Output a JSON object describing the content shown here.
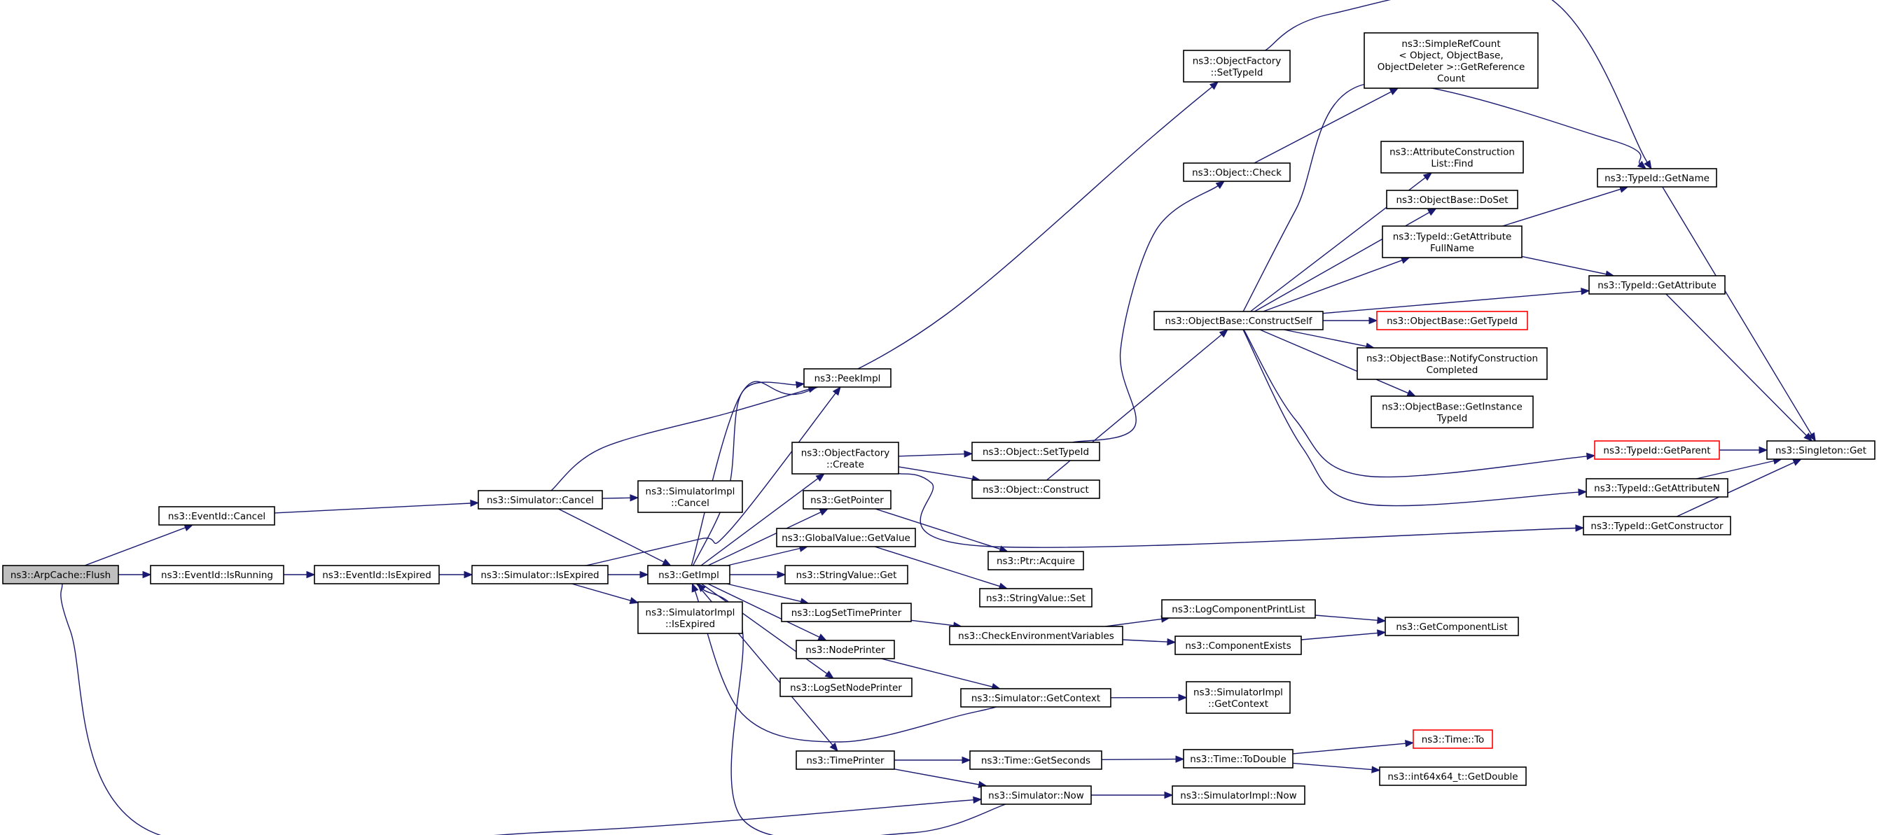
{
  "colors": {
    "edge": "#191970",
    "node_border": "#000000",
    "node_fill": "#ffffff",
    "root_fill": "#bfbfbf",
    "truncated_border": "#ff0000"
  },
  "nodes": [
    {
      "id": "arpcache_flush",
      "lines": [
        "ns3::ArpCache::Flush"
      ],
      "style": "root"
    },
    {
      "id": "eventid_cancel",
      "lines": [
        "ns3::EventId::Cancel"
      ]
    },
    {
      "id": "eventid_isrunning",
      "lines": [
        "ns3::EventId::IsRunning"
      ]
    },
    {
      "id": "simulator_cancel",
      "lines": [
        "ns3::Simulator::Cancel"
      ]
    },
    {
      "id": "eventid_isexpired",
      "lines": [
        "ns3::EventId::IsExpired"
      ]
    },
    {
      "id": "simulator_isexpired",
      "lines": [
        "ns3::Simulator::IsExpired"
      ]
    },
    {
      "id": "simulatorimpl_cancel",
      "lines": [
        "ns3::SimulatorImpl",
        "::Cancel"
      ]
    },
    {
      "id": "getimpl",
      "lines": [
        "ns3::GetImpl"
      ]
    },
    {
      "id": "simulatorimpl_isexpired",
      "lines": [
        "ns3::SimulatorImpl",
        "::IsExpired"
      ]
    },
    {
      "id": "peekimpl",
      "lines": [
        "ns3::PeekImpl"
      ]
    },
    {
      "id": "objectfactory_create",
      "lines": [
        "ns3::ObjectFactory",
        "::Create"
      ]
    },
    {
      "id": "getpointer",
      "lines": [
        "ns3::GetPointer"
      ]
    },
    {
      "id": "globalvalue_getvalue",
      "lines": [
        "ns3::GlobalValue::GetValue"
      ]
    },
    {
      "id": "stringvalue_get",
      "lines": [
        "ns3::StringValue::Get"
      ]
    },
    {
      "id": "logsettimeprinter",
      "lines": [
        "ns3::LogSetTimePrinter"
      ]
    },
    {
      "id": "nodeprinter",
      "lines": [
        "ns3::NodePrinter"
      ]
    },
    {
      "id": "logsetnodeprinter",
      "lines": [
        "ns3::LogSetNodePrinter"
      ]
    },
    {
      "id": "timeprinter",
      "lines": [
        "ns3::TimePrinter"
      ]
    },
    {
      "id": "objectfactory_settypeid",
      "lines": [
        "ns3::ObjectFactory",
        "::SetTypeId"
      ]
    },
    {
      "id": "object_check",
      "lines": [
        "ns3::Object::Check"
      ]
    },
    {
      "id": "object_settypeid",
      "lines": [
        "ns3::Object::SetTypeId"
      ]
    },
    {
      "id": "object_construct",
      "lines": [
        "ns3::Object::Construct"
      ]
    },
    {
      "id": "ptr_acquire",
      "lines": [
        "ns3::Ptr::Acquire"
      ]
    },
    {
      "id": "stringvalue_set",
      "lines": [
        "ns3::StringValue::Set"
      ]
    },
    {
      "id": "checkenvironmentvariables",
      "lines": [
        "ns3::CheckEnvironmentVariables"
      ]
    },
    {
      "id": "simulator_getcontext",
      "lines": [
        "ns3::Simulator::GetContext"
      ]
    },
    {
      "id": "time_getseconds",
      "lines": [
        "ns3::Time::GetSeconds"
      ]
    },
    {
      "id": "simulator_now",
      "lines": [
        "ns3::Simulator::Now"
      ]
    },
    {
      "id": "simplerefcount_getreferencecount",
      "lines": [
        "ns3::SimpleRefCount",
        "< Object, ObjectBase,",
        " ObjectDeleter >::GetReference",
        "Count"
      ]
    },
    {
      "id": "objectbase_constructself",
      "lines": [
        "ns3::ObjectBase::ConstructSelf"
      ]
    },
    {
      "id": "logcomponentprintlist",
      "lines": [
        "ns3::LogComponentPrintList"
      ]
    },
    {
      "id": "componentexists",
      "lines": [
        "ns3::ComponentExists"
      ]
    },
    {
      "id": "simulatorimpl_getcontext",
      "lines": [
        "ns3::SimulatorImpl",
        "::GetContext"
      ]
    },
    {
      "id": "time_todouble",
      "lines": [
        "ns3::Time::ToDouble"
      ]
    },
    {
      "id": "simulatorimpl_now",
      "lines": [
        "ns3::SimulatorImpl::Now"
      ]
    },
    {
      "id": "attributeconstructionlist_find",
      "lines": [
        "ns3::AttributeConstruction",
        "List::Find"
      ]
    },
    {
      "id": "objectbase_doset",
      "lines": [
        "ns3::ObjectBase::DoSet"
      ]
    },
    {
      "id": "typeid_getattributefullname",
      "lines": [
        "ns3::TypeId::GetAttribute",
        "FullName"
      ]
    },
    {
      "id": "objectbase_gettypeid",
      "lines": [
        "ns3::ObjectBase::GetTypeId"
      ],
      "style": "truncated"
    },
    {
      "id": "objectbase_notifyconstructioncompleted",
      "lines": [
        "ns3::ObjectBase::NotifyConstruction",
        "Completed"
      ]
    },
    {
      "id": "objectbase_getinstancetypeid",
      "lines": [
        "ns3::ObjectBase::GetInstance",
        "TypeId"
      ]
    },
    {
      "id": "getcomponentlist",
      "lines": [
        "ns3::GetComponentList"
      ]
    },
    {
      "id": "time_to",
      "lines": [
        "ns3::Time::To"
      ],
      "style": "truncated"
    },
    {
      "id": "int64x64_getdouble",
      "lines": [
        "ns3::int64x64_t::GetDouble"
      ]
    },
    {
      "id": "typeid_getname",
      "lines": [
        "ns3::TypeId::GetName"
      ]
    },
    {
      "id": "typeid_getattribute",
      "lines": [
        "ns3::TypeId::GetAttribute"
      ]
    },
    {
      "id": "typeid_getparent",
      "lines": [
        "ns3::TypeId::GetParent"
      ],
      "style": "truncated"
    },
    {
      "id": "typeid_getattributen",
      "lines": [
        "ns3::TypeId::GetAttributeN"
      ]
    },
    {
      "id": "typeid_getconstructor",
      "lines": [
        "ns3::TypeId::GetConstructor"
      ]
    },
    {
      "id": "singleton_get",
      "lines": [
        "ns3::Singleton::Get"
      ]
    }
  ],
  "edges": [
    [
      "arpcache_flush",
      "eventid_cancel"
    ],
    [
      "arpcache_flush",
      "eventid_isrunning"
    ],
    [
      "arpcache_flush",
      "simulator_now"
    ],
    [
      "eventid_cancel",
      "simulator_cancel"
    ],
    [
      "eventid_isrunning",
      "eventid_isexpired"
    ],
    [
      "eventid_isexpired",
      "simulator_isexpired"
    ],
    [
      "simulator_cancel",
      "simulatorimpl_cancel"
    ],
    [
      "simulator_cancel",
      "getimpl"
    ],
    [
      "simulator_cancel",
      "peekimpl"
    ],
    [
      "simulator_isexpired",
      "getimpl"
    ],
    [
      "simulator_isexpired",
      "simulatorimpl_isexpired"
    ],
    [
      "simulator_isexpired",
      "peekimpl"
    ],
    [
      "getimpl",
      "peekimpl"
    ],
    [
      "getimpl",
      "objectfactory_create"
    ],
    [
      "getimpl",
      "getpointer"
    ],
    [
      "getimpl",
      "globalvalue_getvalue"
    ],
    [
      "getimpl",
      "stringvalue_get"
    ],
    [
      "getimpl",
      "logsettimeprinter"
    ],
    [
      "getimpl",
      "nodeprinter"
    ],
    [
      "getimpl",
      "logsetnodeprinter"
    ],
    [
      "getimpl",
      "timeprinter"
    ],
    [
      "getimpl",
      "objectfactory_settypeid"
    ],
    [
      "objectfactory_create",
      "object_settypeid"
    ],
    [
      "objectfactory_create",
      "object_construct"
    ],
    [
      "objectfactory_create",
      "typeid_getconstructor"
    ],
    [
      "getpointer",
      "ptr_acquire"
    ],
    [
      "globalvalue_getvalue",
      "stringvalue_set"
    ],
    [
      "logsettimeprinter",
      "checkenvironmentvariables"
    ],
    [
      "nodeprinter",
      "simulator_getcontext"
    ],
    [
      "simulator_getcontext",
      "simulatorimpl_getcontext"
    ],
    [
      "simulator_getcontext",
      "getimpl"
    ],
    [
      "timeprinter",
      "time_getseconds"
    ],
    [
      "timeprinter",
      "simulator_now"
    ],
    [
      "simulator_now",
      "simulatorimpl_now"
    ],
    [
      "simulator_now",
      "getimpl"
    ],
    [
      "time_getseconds",
      "time_todouble"
    ],
    [
      "time_todouble",
      "time_to"
    ],
    [
      "time_todouble",
      "int64x64_getdouble"
    ],
    [
      "checkenvironmentvariables",
      "logcomponentprintlist"
    ],
    [
      "checkenvironmentvariables",
      "componentexists"
    ],
    [
      "logcomponentprintlist",
      "getcomponentlist"
    ],
    [
      "componentexists",
      "getcomponentlist"
    ],
    [
      "object_settypeid",
      "object_check"
    ],
    [
      "object_check",
      "simplerefcount_getreferencecount"
    ],
    [
      "object_construct",
      "objectbase_constructself"
    ],
    [
      "objectfactory_settypeid",
      "typeid_getname"
    ],
    [
      "objectbase_constructself",
      "attributeconstructionlist_find"
    ],
    [
      "objectbase_constructself",
      "objectbase_doset"
    ],
    [
      "objectbase_constructself",
      "typeid_getattributefullname"
    ],
    [
      "objectbase_constructself",
      "typeid_getattribute"
    ],
    [
      "objectbase_constructself",
      "objectbase_gettypeid"
    ],
    [
      "objectbase_constructself",
      "objectbase_notifyconstructioncompleted"
    ],
    [
      "objectbase_constructself",
      "objectbase_getinstancetypeid"
    ],
    [
      "objectbase_constructself",
      "typeid_getparent"
    ],
    [
      "objectbase_constructself",
      "typeid_getattributen"
    ],
    [
      "objectbase_constructself",
      "typeid_getname"
    ],
    [
      "typeid_getattributefullname",
      "typeid_getname"
    ],
    [
      "typeid_getattributefullname",
      "typeid_getattribute"
    ],
    [
      "typeid_getname",
      "singleton_get"
    ],
    [
      "typeid_getattribute",
      "singleton_get"
    ],
    [
      "typeid_getparent",
      "singleton_get"
    ],
    [
      "typeid_getattributen",
      "singleton_get"
    ],
    [
      "typeid_getconstructor",
      "singleton_get"
    ]
  ]
}
